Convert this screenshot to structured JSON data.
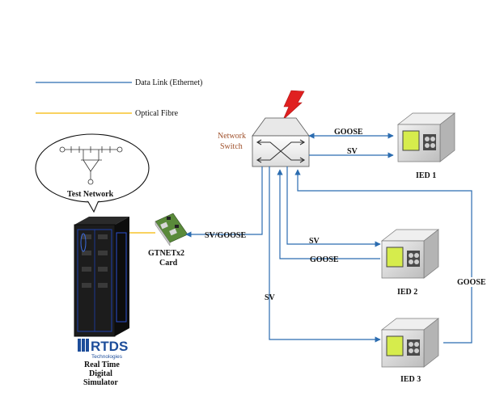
{
  "legend": {
    "ethernet_label": "Data Link (Ethernet)",
    "fibre_label": "Optical Fibre",
    "ethernet_color": "#2b6cb0",
    "fibre_color": "#f5b700"
  },
  "network_switch": {
    "line1": "Network",
    "line2": "Switch"
  },
  "test_network": {
    "label": "Test Network"
  },
  "gtnet_card": {
    "line1": "GTNETx2",
    "line2": "Card"
  },
  "rtds": {
    "logo_text": "RTDS",
    "logo_sub": "Technologies",
    "line1": "Real Time",
    "line2": "Digital",
    "line3": "Simulator"
  },
  "ieds": [
    {
      "label": "IED 1"
    },
    {
      "label": "IED 2"
    },
    {
      "label": "IED 3"
    }
  ],
  "links": {
    "goose_ied1": "GOOSE",
    "sv_ied1": "SV",
    "sv_gtnet": "SV/GOOSE",
    "sv_ied2": "SV",
    "goose_ied2": "GOOSE",
    "sv_ied3": "SV",
    "goose_ied3": "GOOSE"
  }
}
